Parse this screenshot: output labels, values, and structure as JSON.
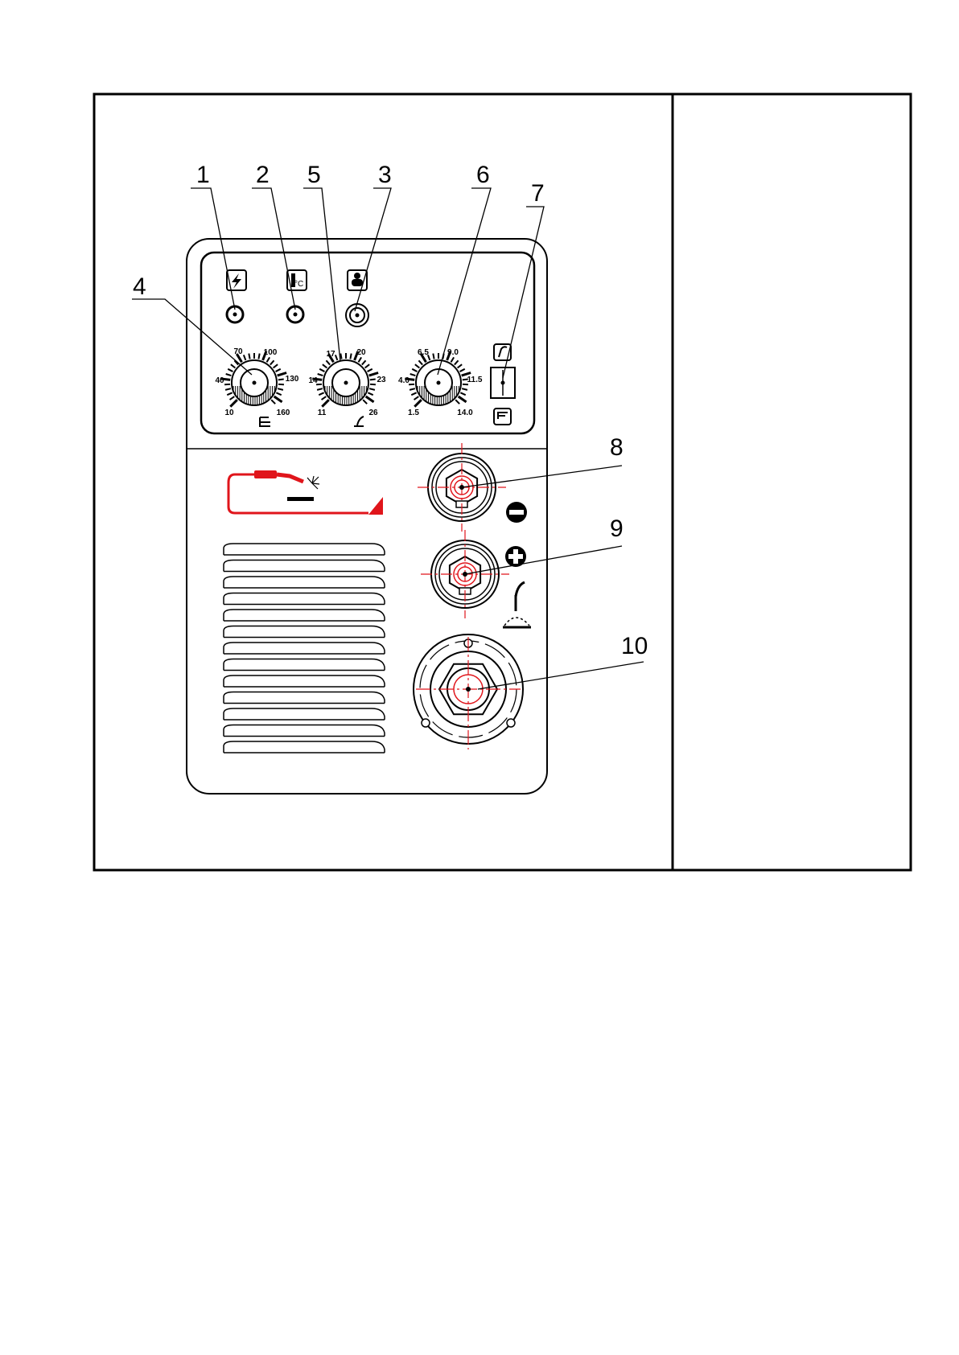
{
  "callouts": [
    {
      "id": "1",
      "label": "1"
    },
    {
      "id": "2",
      "label": "2"
    },
    {
      "id": "3",
      "label": "3"
    },
    {
      "id": "4",
      "label": "4"
    },
    {
      "id": "5",
      "label": "5"
    },
    {
      "id": "6",
      "label": "6"
    },
    {
      "id": "7",
      "label": "7"
    },
    {
      "id": "8",
      "label": "8"
    },
    {
      "id": "9",
      "label": "9"
    },
    {
      "id": "10",
      "label": "10"
    }
  ],
  "knobs": {
    "current": {
      "scale": [
        "10",
        "40",
        "70",
        "100",
        "130",
        "160"
      ]
    },
    "voltage": {
      "scale": [
        "11",
        "14",
        "17",
        "20",
        "23",
        "26"
      ]
    },
    "wire_speed": {
      "scale": [
        "1.5",
        "4.0",
        "6.5",
        "9.0",
        "11.5",
        "14.0"
      ]
    }
  },
  "indicators": {
    "power": {
      "icon": "lightning-icon"
    },
    "thermal": {
      "icon": "thermometer-icon",
      "unit": "°C"
    },
    "gas": {
      "icon": "gas-cylinder-icon"
    }
  },
  "colors": {
    "line": "#000000",
    "accent": "#e0151b",
    "panel": "#ffffff"
  }
}
